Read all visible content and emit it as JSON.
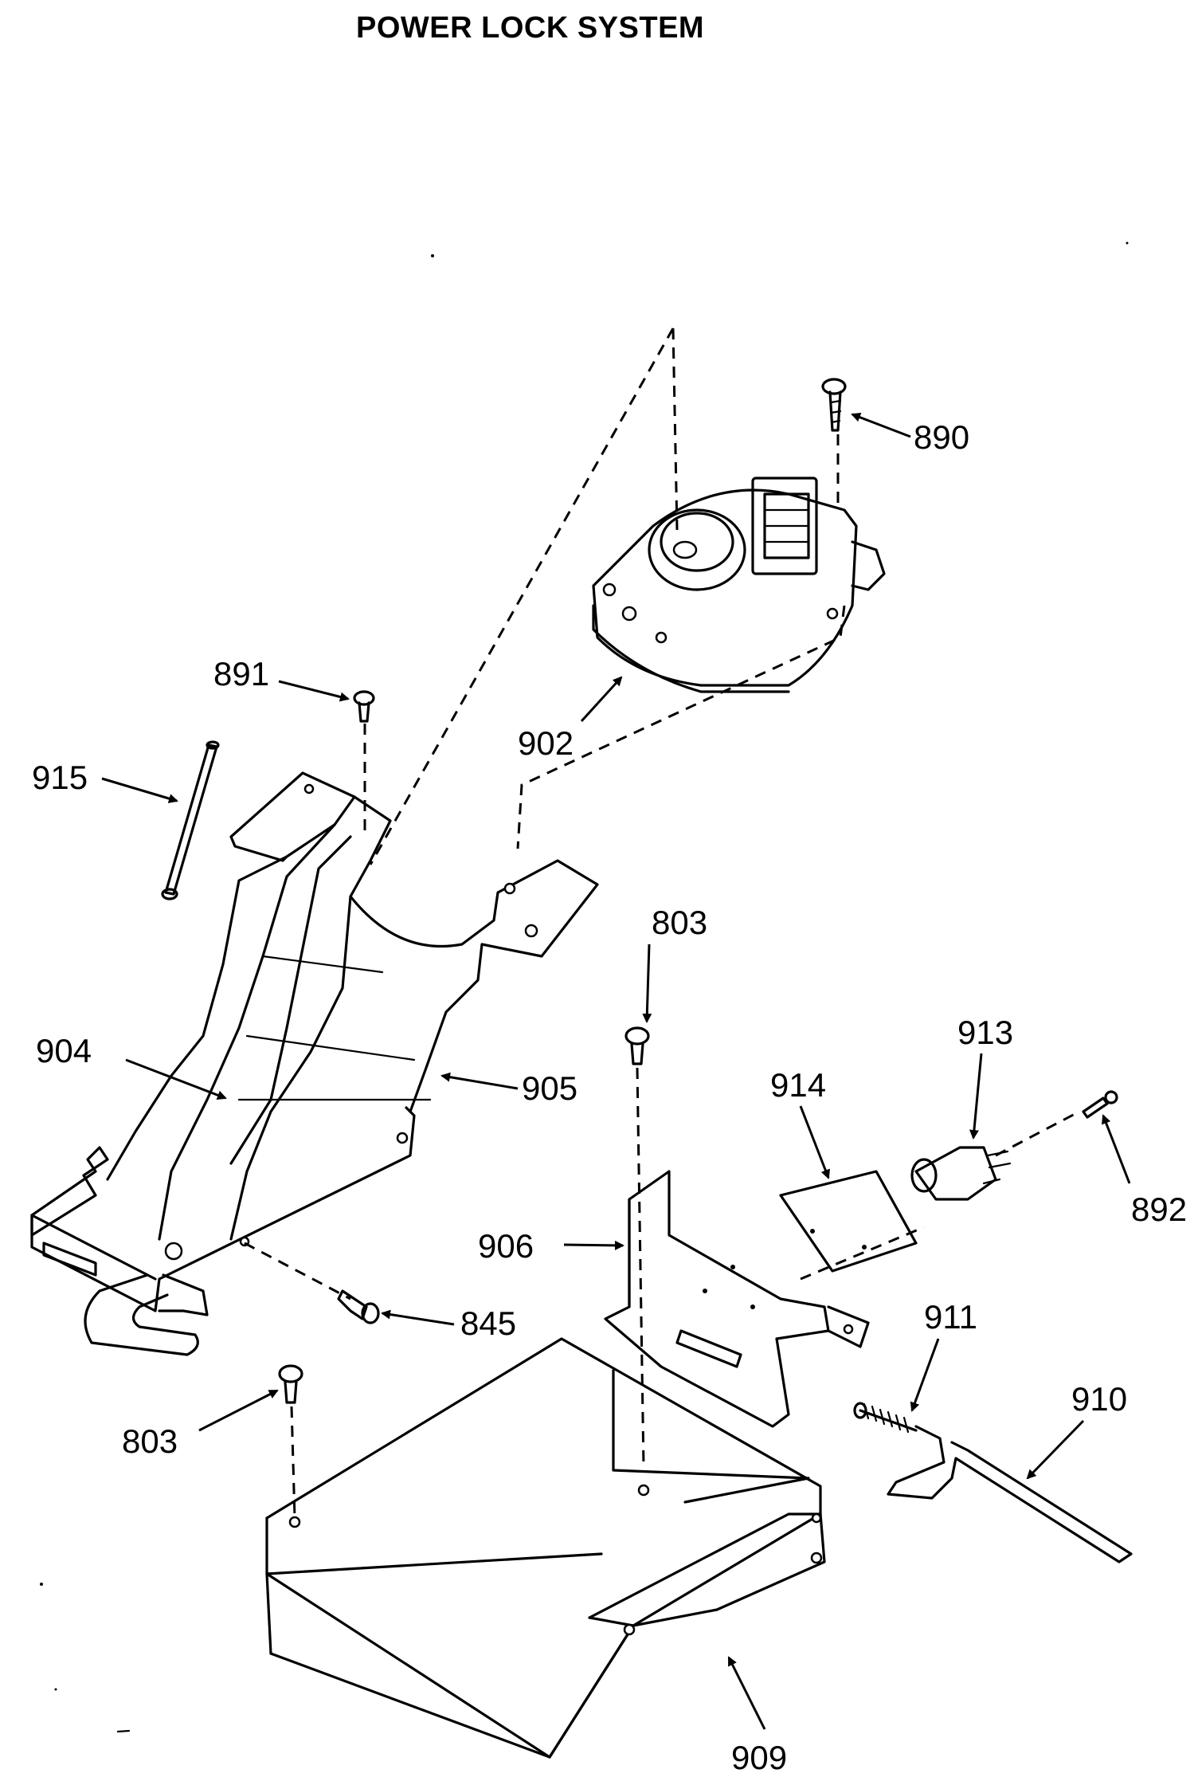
{
  "title": "POWER LOCK SYSTEM",
  "callouts": {
    "c890": "890",
    "c891": "891",
    "c902": "902",
    "c915": "915",
    "c803_top": "803",
    "c904": "904",
    "c905": "905",
    "c913": "913",
    "c914": "914",
    "c892": "892",
    "c906": "906",
    "c845": "845",
    "c911": "911",
    "c910": "910",
    "c803_bottom": "803",
    "c909": "909"
  }
}
